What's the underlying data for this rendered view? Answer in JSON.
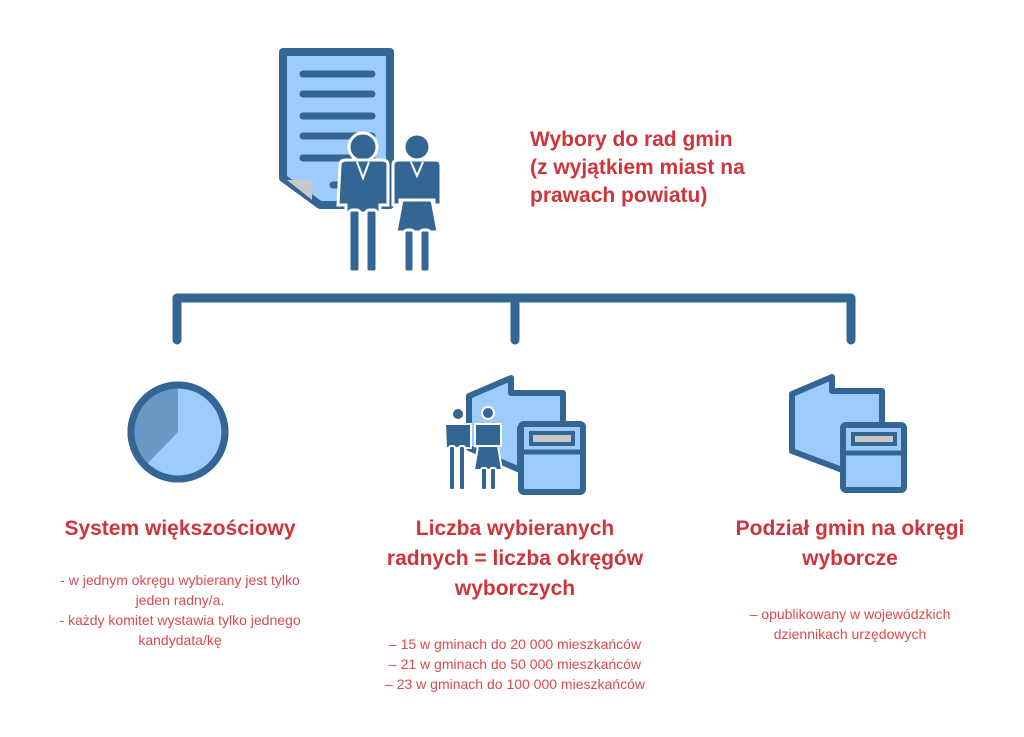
{
  "diagram": {
    "title_lines": [
      "Wybory do rad gmin",
      "(z wyjątkiem miast na",
      "prawach powiatu)"
    ],
    "colors": {
      "accent_text": "#d0343b",
      "icon_dark": "#346694",
      "icon_light": "#9ccbfc",
      "icon_mid": "#6a98c4",
      "icon_gray": "#c8c8c8"
    },
    "branches": [
      {
        "icon": "pie-chart-icon",
        "heading_lines": [
          "System większościowy"
        ],
        "description_lines": [
          "- w jednym okręgu wybierany jest tylko",
          "jeden radny/a.",
          "- każdy komitet wystawia tylko jednego",
          "kandydata/kę"
        ]
      },
      {
        "icon": "voters-ballot-box-icon",
        "heading_lines": [
          "Liczba wybieranych",
          "radnych = liczba okręgów",
          "wyborczych"
        ],
        "description_lines": [
          "– 15 w gminach do 20 000 mieszkańców",
          "– 21 w gminach do 50 000 mieszkańców",
          "– 23 w gminach do 100 000 mieszkańców"
        ]
      },
      {
        "icon": "district-ballot-box-icon",
        "heading_lines": [
          "Podział gmin na okręgi",
          "wyborcze"
        ],
        "description_lines": [
          "– opublikowany w wojewódzkich",
          "dziennikach urzędowych"
        ]
      }
    ]
  }
}
